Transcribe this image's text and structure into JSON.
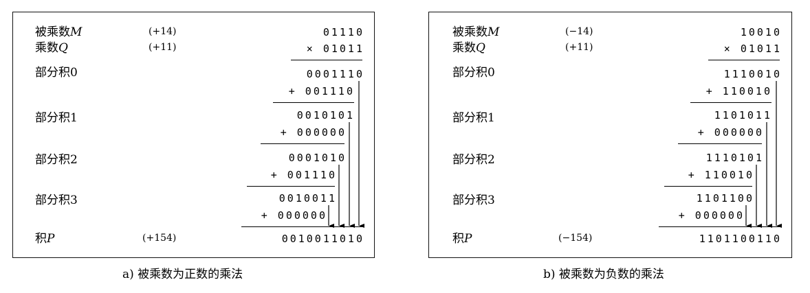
{
  "panel_a": {
    "multiplicand_label": "被乘数",
    "multiplicand_var": "M",
    "multiplier_label": "乘数",
    "multiplier_var": "Q",
    "multiplicand_dec": "(+14)",
    "multiplier_dec": "(+11)",
    "multiplicand_bin": "01110",
    "multiplier_bin": "× 01011",
    "partial_labels": [
      "部分积0",
      "部分积1",
      "部分积2",
      "部分积3"
    ],
    "rows": [
      {
        "partial": "0001110",
        "addend": "+ 001110"
      },
      {
        "partial": "0010101",
        "addend": "+ 000000"
      },
      {
        "partial": "0001010",
        "addend": "+ 001110"
      },
      {
        "partial": "0010011",
        "addend": "+ 000000"
      }
    ],
    "product_label": "积",
    "product_var": "P",
    "product_dec": "(+154)",
    "product_bin": "0010011010",
    "caption": "a) 被乘数为正数的乘法"
  },
  "panel_b": {
    "multiplicand_label": "被乘数",
    "multiplicand_var": "M",
    "multiplier_label": "乘数",
    "multiplier_var": "Q",
    "multiplicand_dec": "(−14)",
    "multiplier_dec": "(+11)",
    "multiplicand_bin": "10010",
    "multiplier_bin": "× 01011",
    "partial_labels": [
      "部分积0",
      "部分积1",
      "部分积2",
      "部分积3"
    ],
    "rows": [
      {
        "partial": "1110010",
        "addend": "+ 110010"
      },
      {
        "partial": "1101011",
        "addend": "+ 000000"
      },
      {
        "partial": "1110101",
        "addend": "+ 110010"
      },
      {
        "partial": "1101100",
        "addend": "+ 000000"
      }
    ],
    "product_label": "积",
    "product_var": "P",
    "product_dec": "(−154)",
    "product_bin": "1101100110",
    "caption": "b) 被乘数为负数的乘法"
  }
}
